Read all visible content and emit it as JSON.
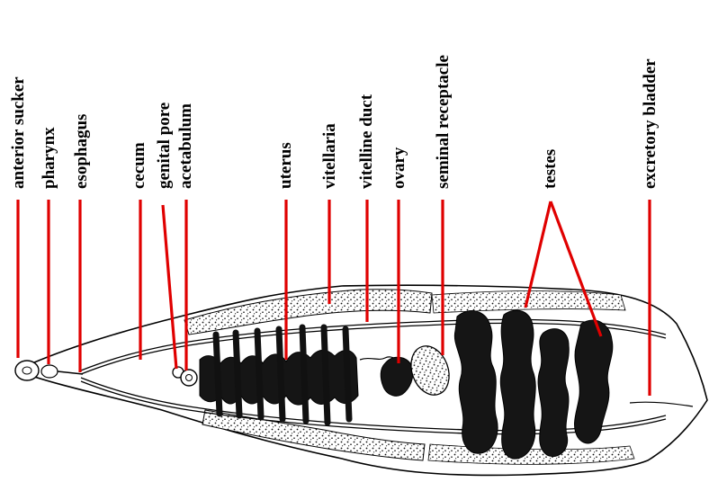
{
  "labels": [
    {
      "id": "anterior-sucker",
      "text": "anterior sucker"
    },
    {
      "id": "pharynx",
      "text": "pharynx"
    },
    {
      "id": "esophagus",
      "text": "esophagus"
    },
    {
      "id": "cecum",
      "text": "cecum"
    },
    {
      "id": "genital-pore",
      "text": "genital pore"
    },
    {
      "id": "acetabulum",
      "text": "acetabulum"
    },
    {
      "id": "uterus",
      "text": "uterus"
    },
    {
      "id": "vitellaria",
      "text": "vitellaria"
    },
    {
      "id": "vitelline-duct",
      "text": "vitelline duct"
    },
    {
      "id": "ovary",
      "text": "ovary"
    },
    {
      "id": "seminal-receptacle",
      "text": "seminal receptacle"
    },
    {
      "id": "testes",
      "text": "testes"
    },
    {
      "id": "excretory-bladder",
      "text": "excretory bladder"
    }
  ],
  "colors": {
    "pointer_line": "#e00000",
    "ink": "#000000",
    "background": "#ffffff"
  }
}
